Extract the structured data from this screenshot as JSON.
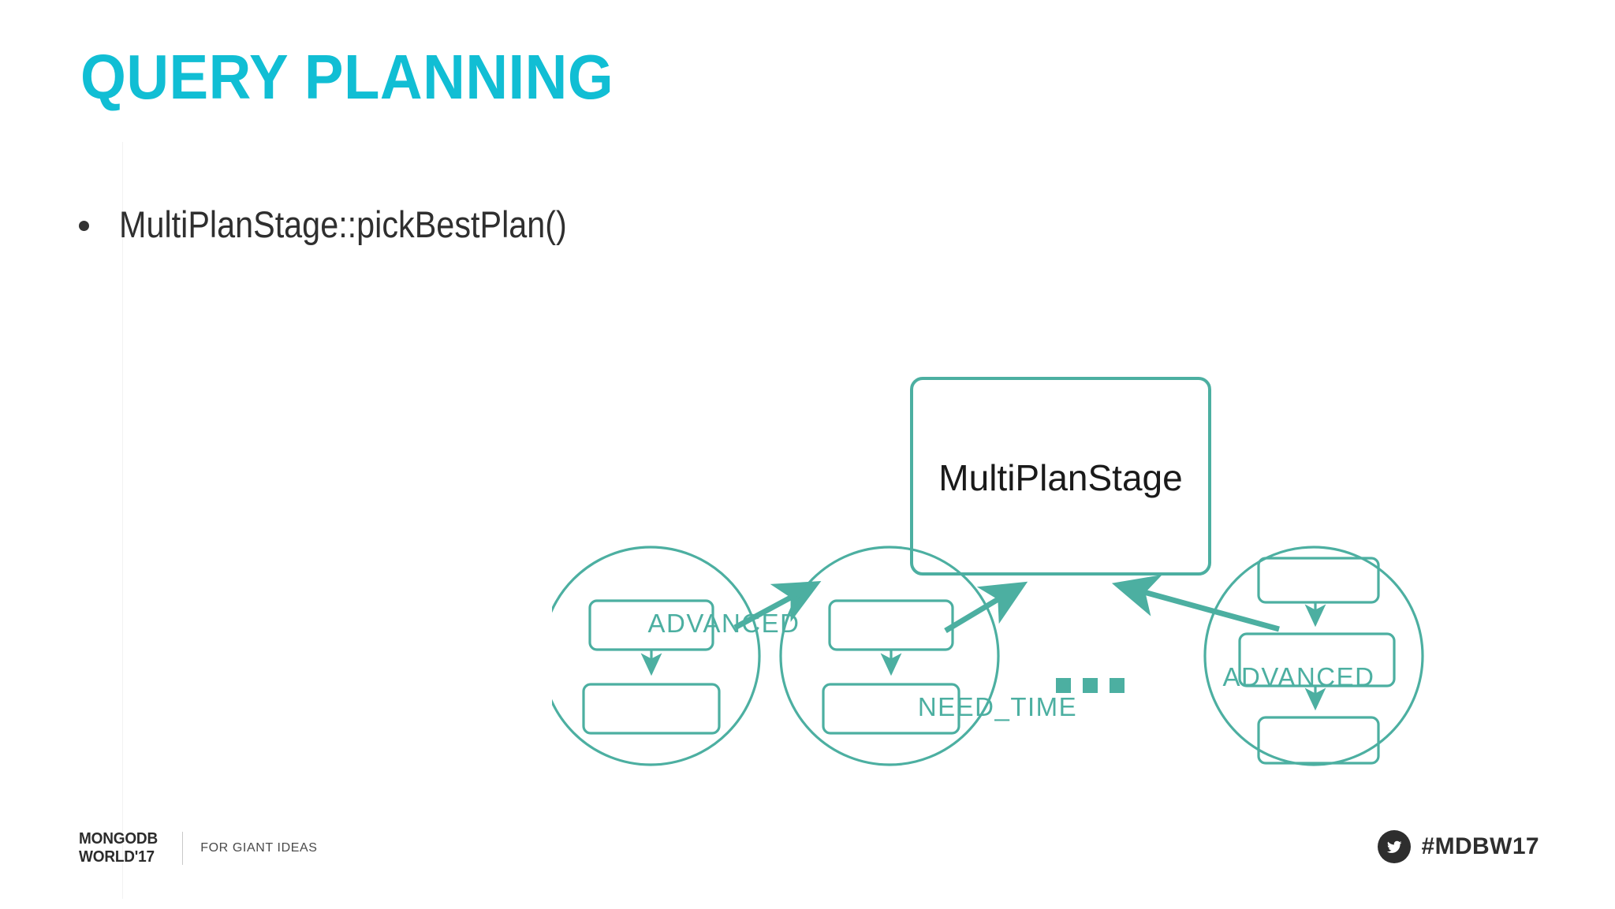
{
  "slide": {
    "title": "QUERY PLANNING",
    "accent_color": "#11BED4",
    "diagram_color": "#4CAFA1",
    "text_color": "#2f2f2f",
    "background": "#ffffff"
  },
  "bullets": [
    {
      "text": "MultiPlanStage::pickBestPlan()"
    }
  ],
  "diagram": {
    "root": {
      "label": "MultiPlanStage"
    },
    "edges": [
      {
        "label": "ADVANCED",
        "from": "plan-1"
      },
      {
        "label": "NEED_TIME",
        "from": "plan-2"
      },
      {
        "label": "ADVANCED",
        "from": "plan-3"
      }
    ],
    "plans": [
      {
        "id": "plan-1",
        "stage_count": 2
      },
      {
        "id": "plan-2",
        "stage_count": 2
      },
      {
        "id": "plan-3",
        "stage_count": 3
      }
    ],
    "ellipsis": "..."
  },
  "footer": {
    "logo_line1": "MONGODB",
    "logo_line2": "WORLD'17",
    "tagline": "FOR GIANT IDEAS",
    "hashtag": "#MDBW17",
    "twitter_icon": "twitter-bird-icon"
  }
}
